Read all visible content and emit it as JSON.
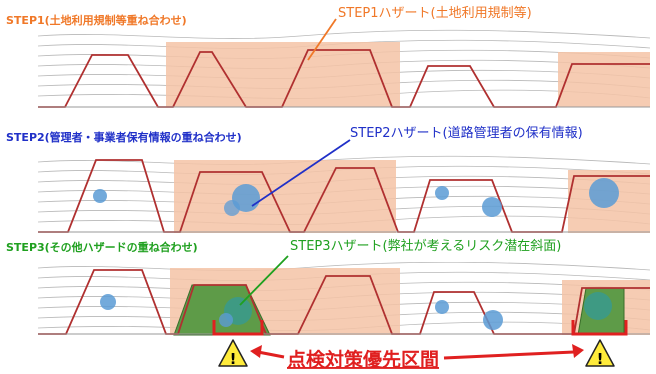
{
  "step1": {
    "title": "STEP1(土地利用規制等重ね合わせ)",
    "callout": "STEP1ハザート(土地利用規制等)",
    "color": "#f07828"
  },
  "step2": {
    "title": "STEP2(管理者・事業者保有情報の重ね合わせ)",
    "callout": "STEP2ハザート(道路管理者の保有情報)",
    "color": "#2030c8"
  },
  "step3": {
    "title": "STEP3(その他ハザードの重ね合わせ)",
    "callout": "STEP3ハザート(弊社が考えるリスク潜在斜面)",
    "color": "#1fa01f"
  },
  "priority": {
    "label": "点検対策優先区間",
    "warning_symbol": "!"
  },
  "colors": {
    "hazard_fill": "#f5c3a6",
    "profile_line": "#b03030",
    "contour": "#b8b8b8",
    "circle_fill": "#5b9bd5",
    "step3_fill": "#5e9b48",
    "warning_fill": "#ffeb3b",
    "priority_red": "#e02020"
  }
}
